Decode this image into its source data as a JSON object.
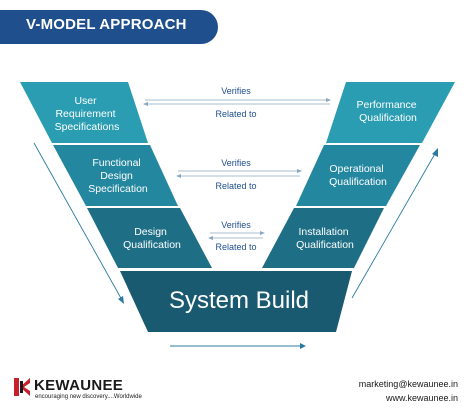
{
  "title": "V-MODEL APPROACH",
  "colors": {
    "banner": "#1f4f8c",
    "level1": "#2a9db3",
    "level2": "#2487a0",
    "level3": "#1e6f86",
    "base": "#1a5a70"
  },
  "left_stages": [
    {
      "lines": [
        "User",
        "Requirement",
        "Specifications"
      ]
    },
    {
      "lines": [
        "Functional",
        "Design",
        "Specification"
      ]
    },
    {
      "lines": [
        "Design",
        "Qualification"
      ]
    }
  ],
  "right_stages": [
    {
      "lines": [
        "Performance",
        "Qualification"
      ]
    },
    {
      "lines": [
        "Operational",
        "Qualification"
      ]
    },
    {
      "lines": [
        "Installation",
        "Qualification"
      ]
    }
  ],
  "base": "System Build",
  "relations": [
    {
      "top": "Verifies",
      "bottom": "Related to"
    },
    {
      "top": "Verifies",
      "bottom": "Related to"
    },
    {
      "top": "Verifies",
      "bottom": "Related to"
    }
  ],
  "footer": {
    "brand": "KEWAUNEE",
    "tagline": "encouraging new discovery....Worldwide",
    "email": "marketing@kewaunee.in",
    "website": "www.kewaunee.in"
  }
}
